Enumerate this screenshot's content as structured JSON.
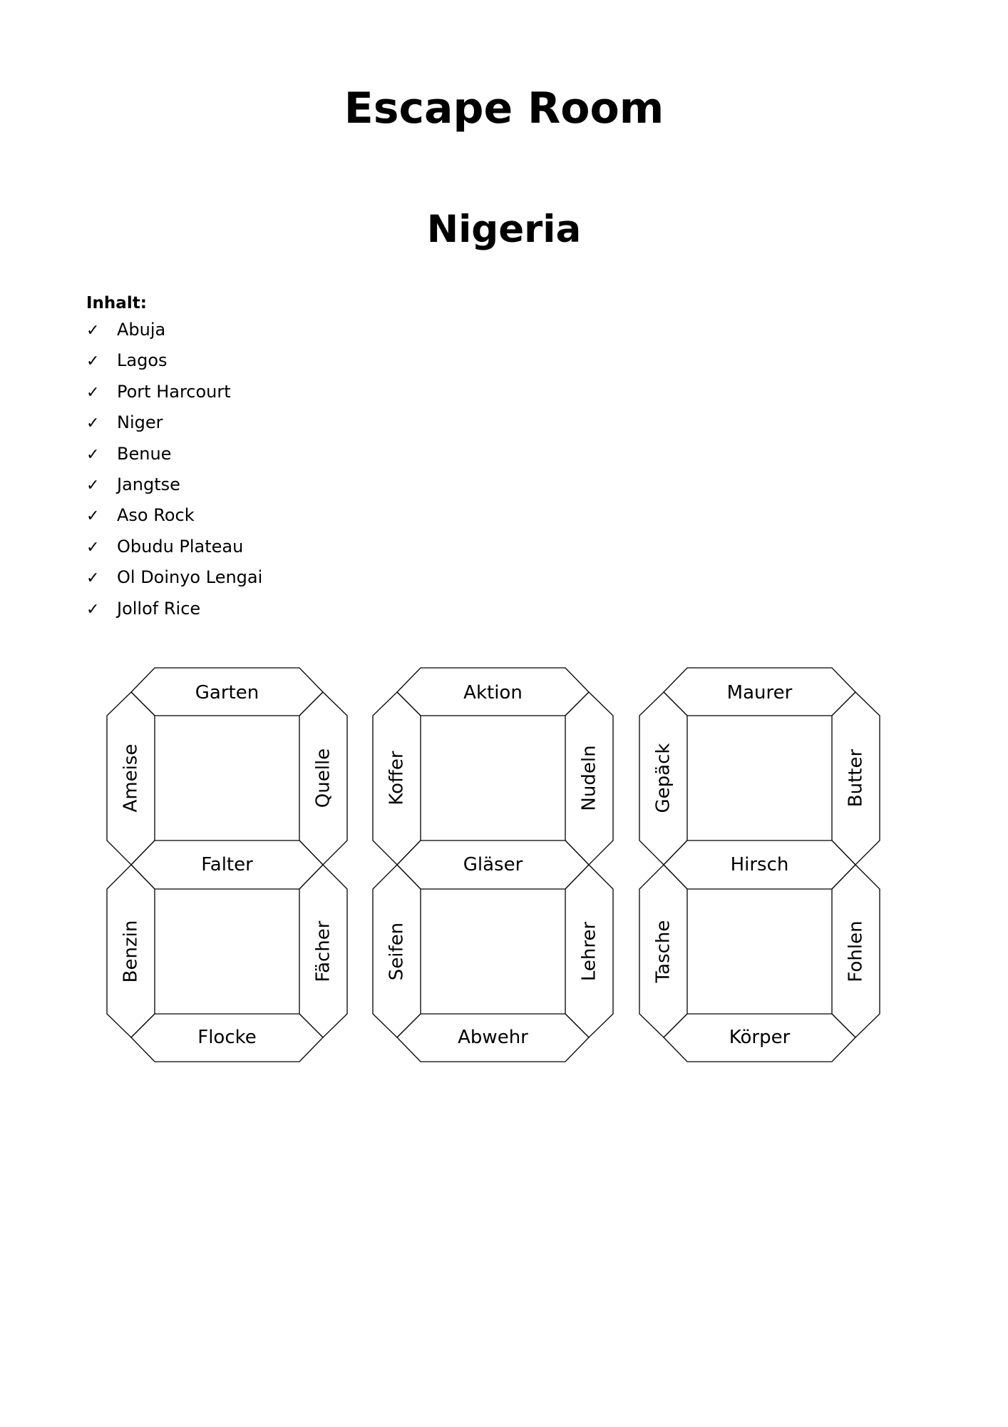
{
  "document": {
    "title": "Escape Room",
    "subtitle": "Nigeria"
  },
  "contents": {
    "label": "Inhalt:",
    "check_icon": "✓",
    "items": [
      "Abuja",
      "Lagos",
      "Port Harcourt",
      "Niger",
      "Benue",
      "Jangtse",
      "Aso Rock",
      "Obudu Plateau",
      "Ol Doinyo Lengai",
      "Jollof Rice"
    ]
  },
  "digits": [
    {
      "top": "Garten",
      "upper_left": "Ameise",
      "upper_right": "Quelle",
      "middle": "Falter",
      "lower_left": "Benzin",
      "lower_right": "Fächer",
      "bottom": "Flocke"
    },
    {
      "top": "Aktion",
      "upper_left": "Koffer",
      "upper_right": "Nudeln",
      "middle": "Gläser",
      "lower_left": "Seifen",
      "lower_right": "Lehrer",
      "bottom": "Abwehr"
    },
    {
      "top": "Maurer",
      "upper_left": "Gepäck",
      "upper_right": "Butter",
      "middle": "Hirsch",
      "lower_left": "Tasche",
      "lower_right": "Fohlen",
      "bottom": "Körper"
    }
  ]
}
